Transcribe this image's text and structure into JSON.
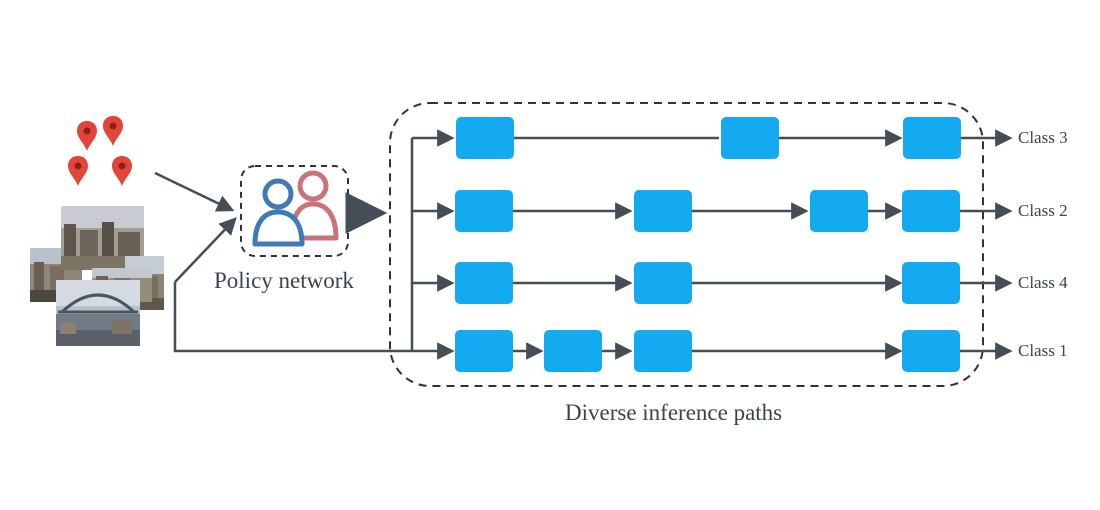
{
  "policy_label": "Policy network",
  "paths_label": "Diverse inference paths",
  "classes": [
    "Class 3",
    "Class 2",
    "Class 4",
    "Class 1"
  ],
  "icons": [
    "location-pin-icon",
    "image-photo-icon",
    "users-icon"
  ],
  "colors": {
    "block": "#13aaf0",
    "arrow": "#454d57",
    "pin": "#e2463a",
    "user_blue": "#3f7ab8",
    "user_red": "#c9737a"
  }
}
